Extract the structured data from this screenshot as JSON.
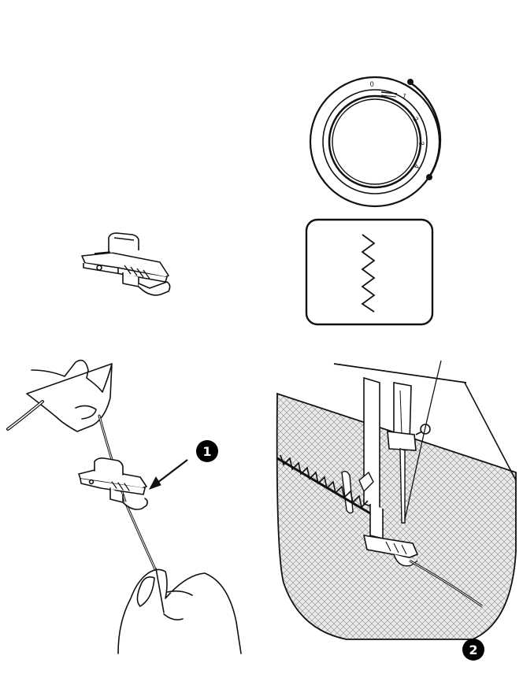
{
  "stitch_width_dial": {
    "marks": [
      "0",
      "1",
      "2",
      "3",
      "4"
    ],
    "selected_range": [
      "1",
      "4"
    ]
  },
  "callouts": [
    {
      "number": "1"
    },
    {
      "number": "2"
    }
  ],
  "colors": {
    "line": "#111111",
    "fabric_fill": "#e6e6e6",
    "callout_fill": "#000000"
  },
  "icons": [
    "stitch-width-dial-icon",
    "presser-foot-icon",
    "zigzag-stitch-pattern-icon",
    "hands-threading-foot-icon",
    "sewing-machine-needle-icon"
  ]
}
